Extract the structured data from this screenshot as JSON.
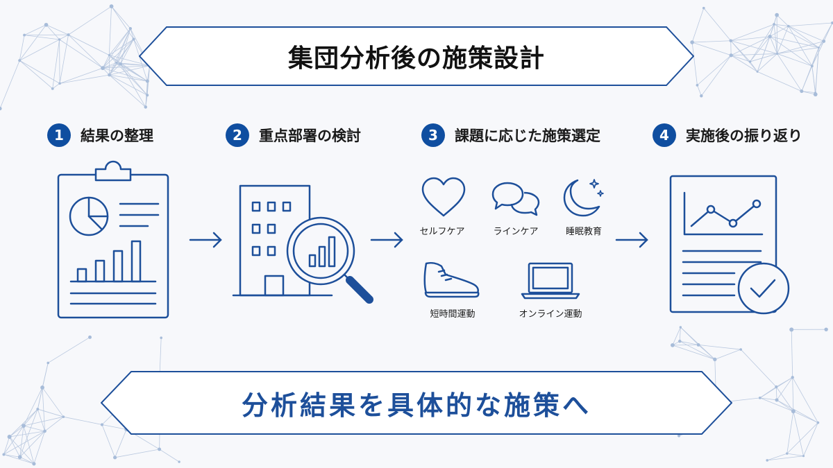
{
  "title": "集団分析後の施策設計",
  "steps": [
    {
      "number": "1",
      "label": "結果の整理"
    },
    {
      "number": "2",
      "label": "重点部署の検討"
    },
    {
      "number": "3",
      "label": "課題に応じた施策選定"
    },
    {
      "number": "4",
      "label": "実施後の振り返り"
    }
  ],
  "measures": [
    {
      "label": "セルフケア",
      "icon": "heart-icon"
    },
    {
      "label": "ラインケア",
      "icon": "chat-bubbles-icon"
    },
    {
      "label": "睡眠教育",
      "icon": "moon-stars-icon"
    },
    {
      "label": "短時間運動",
      "icon": "sneaker-icon"
    },
    {
      "label": "オンライン運動",
      "icon": "laptop-icon"
    }
  ],
  "conclusion": "分析結果を具体的な施策へ",
  "colors": {
    "primary": "#0f4ea0",
    "line": "#1d4f9a",
    "text": "#1a1a1a",
    "background": "#f7f8fb"
  }
}
